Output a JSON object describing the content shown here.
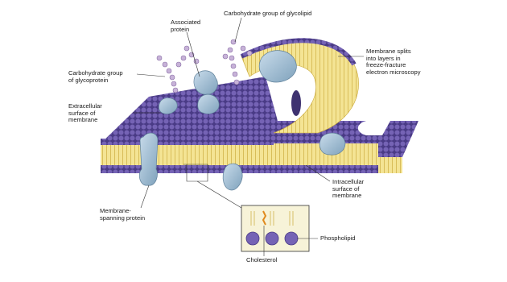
{
  "labels": {
    "associated_protein": "Associated\nprotein",
    "carb_glycolipid": "Carbohydrate group of glycolipid",
    "membrane_splits": "Membrane splits\ninto layers in\nfreeze-fracture\nelectron microscopy",
    "carb_glycoprotein": "Carbohydrate group\nof glycoprotein",
    "extracellular": "Extracellular\nsurface of\nmembrane",
    "membrane_spanning": "Membrane-\nspanning protein",
    "intracellular": "Intracellular\nsurface of\nmembrane",
    "phospholipid": "Phospholipid",
    "cholesterol": "Cholesterol"
  },
  "colors": {
    "head": "#5b4a9a",
    "head_light": "#8a78c4",
    "tail": "#f1df8a",
    "tail_dark": "#c9a93a",
    "protein": "#a9c6dc",
    "protein_dark": "#6f93ad",
    "sugar": "#c7b2d8",
    "cholesterol": "#e08a1e",
    "line": "#333333"
  }
}
